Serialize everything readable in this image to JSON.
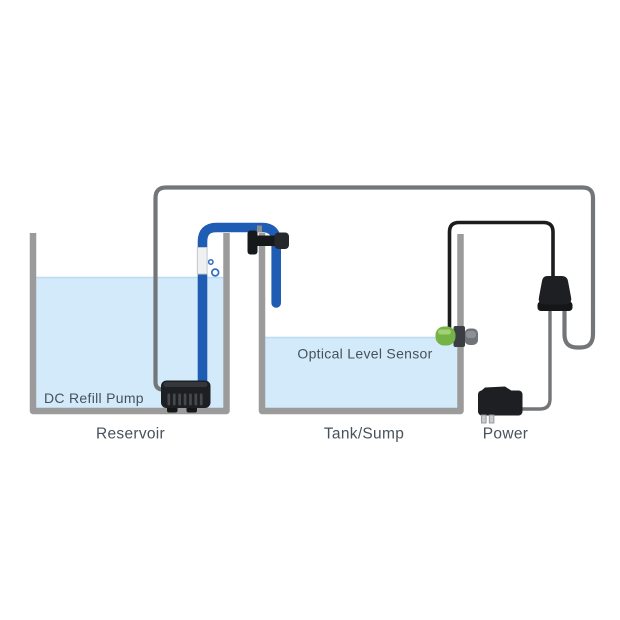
{
  "labels": {
    "dc_refill_pump": "DC Refill Pump",
    "reservoir": "Reservoir",
    "optical_level_sensor": "Optical Level Sensor",
    "tank_sump": "Tank/Sump",
    "power": "Power"
  },
  "colors": {
    "water": "#d3eafa",
    "water_line": "#bcdcf0",
    "tube_blue": "#1f5cb4",
    "container_wall": "#9b9b9b",
    "power_wire": "#737679",
    "signal_wire": "#1b1c1e",
    "sensor_green": "#76b347",
    "device_black": "#1d1f22",
    "label_text": "#47515c"
  },
  "icons": {
    "bubbles": "two rising air bubbles beside tube check-valve"
  }
}
